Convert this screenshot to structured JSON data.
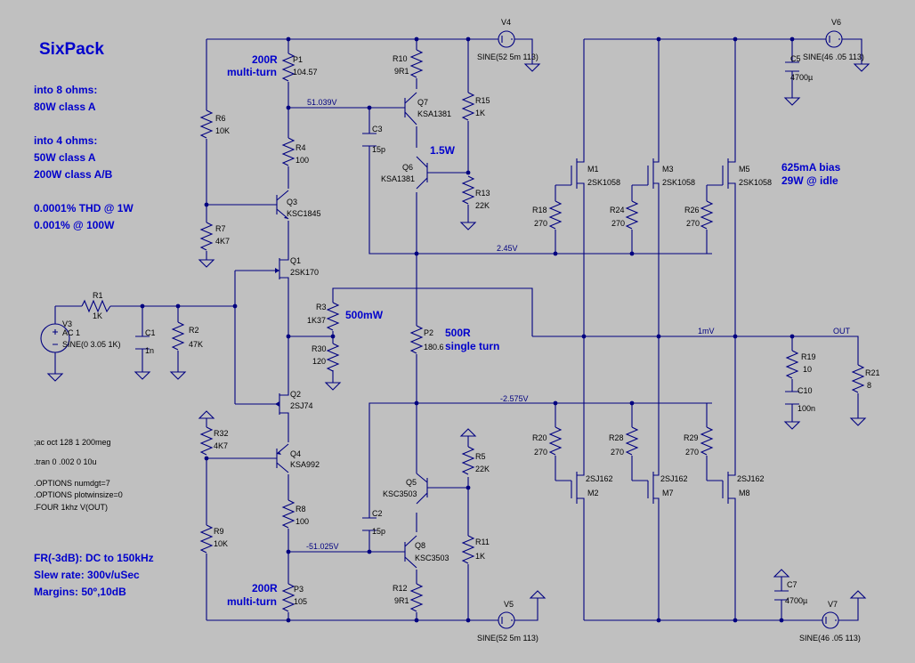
{
  "title": "SixPack",
  "specs": {
    "line1": "into 8 ohms:",
    "line2": "80W class A",
    "line3": "into 4 ohms:",
    "line4": "50W class A",
    "line5": "200W class A/B",
    "line6": "0.0001% THD @ 1W",
    "line7": "0.001% @ 100W"
  },
  "directives": {
    "ac": ";ac oct 128 1 200meg",
    "tran": ".tran 0 .002 0 10u",
    "opt1": ".OPTIONS numdgt=7",
    "opt2": ".OPTIONS plotwinsize=0",
    "four": ".FOUR 1khz V(OUT)"
  },
  "performance": {
    "fr": "FR(-3dB): DC to 150kHz",
    "slew": "Slew rate: 300v/uSec",
    "margins": "Margins: 50º,10dB"
  },
  "annotations": {
    "p1_note1": "200R",
    "p1_note2": "multi-turn",
    "p3_note1": "200R",
    "p3_note2": "multi-turn",
    "q6_power": "1.5W",
    "r3_power": "500mW",
    "p2_note1": "500R",
    "p2_note2": "single turn",
    "bias1": "625mA bias",
    "bias2": "29W @ idle"
  },
  "nodes": {
    "v_top": "51.039V",
    "v_bias_top": "2.45V",
    "v_out": "1mV",
    "v_bias_bot": "-2.575V",
    "v_bot": "-51.025V",
    "out": "OUT"
  },
  "parts": {
    "p1": {
      "ref": "P1",
      "val": "104.57"
    },
    "r6": {
      "ref": "R6",
      "val": "10K"
    },
    "r4": {
      "ref": "R4",
      "val": "100"
    },
    "q3": {
      "ref": "Q3",
      "val": "KSC1845"
    },
    "r7": {
      "ref": "R7",
      "val": "4K7"
    },
    "q1": {
      "ref": "Q1",
      "val": "2SK170"
    },
    "r10": {
      "ref": "R10",
      "val": "9R1"
    },
    "q7": {
      "ref": "Q7",
      "val": "KSA1381"
    },
    "c3": {
      "ref": "C3",
      "val": "15p"
    },
    "r15": {
      "ref": "R15",
      "val": "1K"
    },
    "q6": {
      "ref": "Q6",
      "val": "KSA1381"
    },
    "r13": {
      "ref": "R13",
      "val": "22K"
    },
    "v4": {
      "ref": "V4",
      "val": "SINE(52 5m 113)"
    },
    "v6": {
      "ref": "V6",
      "val": "SINE(46 .05 113)"
    },
    "c5": {
      "ref": "C5",
      "val": "4700µ"
    },
    "m1": {
      "ref": "M1",
      "val": "2SK1058"
    },
    "m3": {
      "ref": "M3",
      "val": "2SK1058"
    },
    "m5": {
      "ref": "M5",
      "val": "2SK1058"
    },
    "r18": {
      "ref": "R18",
      "val": "270"
    },
    "r24": {
      "ref": "R24",
      "val": "270"
    },
    "r26": {
      "ref": "R26",
      "val": "270"
    },
    "v3": {
      "ref": "V3",
      "ac": "AC 1",
      "val": "SINE(0 3.05 1K)"
    },
    "r1": {
      "ref": "R1",
      "val": "1K"
    },
    "c1": {
      "ref": "C1",
      "val": "1n"
    },
    "r2": {
      "ref": "R2",
      "val": "47K"
    },
    "r3": {
      "ref": "R3",
      "val": "1K37"
    },
    "r30": {
      "ref": "R30",
      "val": "120"
    },
    "p2": {
      "ref": "P2",
      "val": "180.6"
    },
    "r19": {
      "ref": "R19",
      "val": "10"
    },
    "c10": {
      "ref": "C10",
      "val": "100n"
    },
    "r21": {
      "ref": "R21",
      "val": "8"
    },
    "q2": {
      "ref": "Q2",
      "val": "2SJ74"
    },
    "r32": {
      "ref": "R32",
      "val": "4K7"
    },
    "q4": {
      "ref": "Q4",
      "val": "KSA992"
    },
    "r8": {
      "ref": "R8",
      "val": "100"
    },
    "r9": {
      "ref": "R9",
      "val": "10K"
    },
    "p3": {
      "ref": "P3",
      "val": "105"
    },
    "q5": {
      "ref": "Q5",
      "val": "KSC3503"
    },
    "c2": {
      "ref": "C2",
      "val": "15p"
    },
    "q8": {
      "ref": "Q8",
      "val": "KSC3503"
    },
    "r12": {
      "ref": "R12",
      "val": "9R1"
    },
    "r5": {
      "ref": "R5",
      "val": "22K"
    },
    "r11": {
      "ref": "R11",
      "val": "1K"
    },
    "v5": {
      "ref": "V5",
      "val": "SINE(52 5m 113)"
    },
    "r20": {
      "ref": "R20",
      "val": "270"
    },
    "r28": {
      "ref": "R28",
      "val": "270"
    },
    "r29": {
      "ref": "R29",
      "val": "270"
    },
    "m2": {
      "ref": "M2",
      "val": "2SJ162"
    },
    "m7": {
      "ref": "M7",
      "val": "2SJ162"
    },
    "m8": {
      "ref": "M8",
      "val": "2SJ162"
    },
    "c7": {
      "ref": "C7",
      "val": "4700µ"
    },
    "v7": {
      "ref": "V7",
      "val": "SINE(46 .05 113)"
    }
  }
}
